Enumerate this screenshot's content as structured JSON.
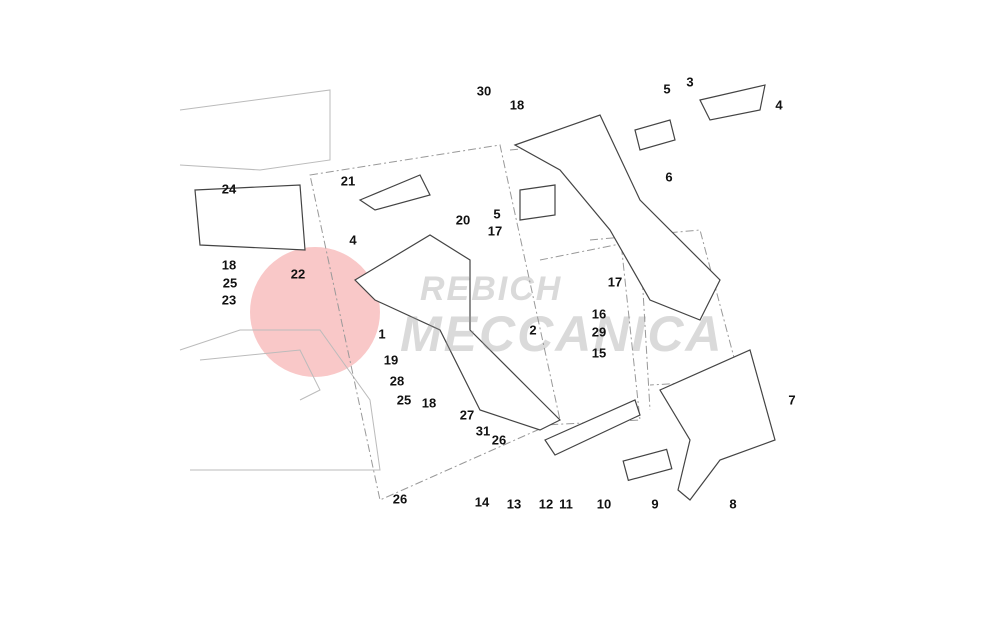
{
  "watermark": {
    "line1": "REBICH",
    "line2": "MECCANICA"
  },
  "labels": [
    "30",
    "18",
    "5",
    "3",
    "4",
    "6",
    "21",
    "24",
    "5",
    "17",
    "20",
    "4",
    "18",
    "22",
    "25",
    "23",
    "17",
    "16",
    "1",
    "2",
    "29",
    "15",
    "19",
    "28",
    "25",
    "18",
    "27",
    "31",
    "26",
    "7",
    "26",
    "14",
    "13",
    "12",
    "11",
    "10",
    "9",
    "8"
  ],
  "colors": {
    "watermark_red": "#f4a9a9",
    "line": "#555555"
  }
}
